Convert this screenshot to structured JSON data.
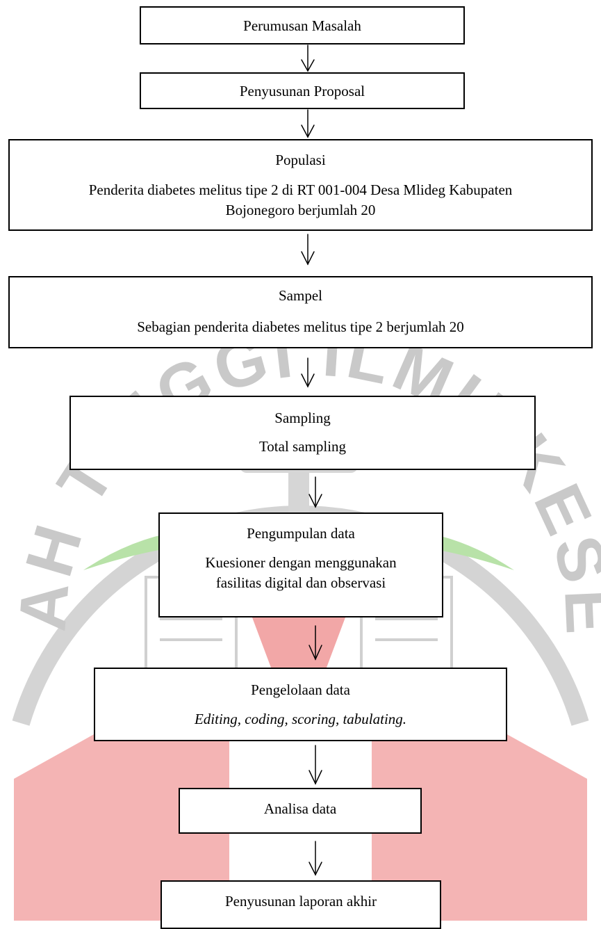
{
  "watermark": {
    "arc_text": "SEKOLAH TINGGI ILMU KESEHATAN",
    "colors": {
      "gray": "#c9c9c9",
      "green": "#b8e2a8",
      "red": "#f2a7a7"
    }
  },
  "flow": {
    "steps": [
      {
        "title": "Perumusan Masalah",
        "detail": []
      },
      {
        "title": "Penyusunan Proposal",
        "detail": []
      },
      {
        "title": "Populasi",
        "detail": [
          "Penderita diabetes melitus tipe 2 di RT 001-004 Desa Mlideg Kabupaten",
          "Bojonegoro berjumlah 20"
        ]
      },
      {
        "title": "Sampel",
        "detail": [
          "Sebagian penderita diabetes melitus tipe 2 berjumlah 20"
        ]
      },
      {
        "title": "Sampling",
        "detail": [
          "Total sampling"
        ]
      },
      {
        "title": "Pengumpulan data",
        "detail": [
          "Kuesioner dengan menggunakan",
          "fasilitas digital dan observasi"
        ]
      },
      {
        "title": "Pengelolaan data",
        "detail": [
          "Editing, coding, scoring, tabulating."
        ]
      },
      {
        "title": "Analisa data",
        "detail": []
      },
      {
        "title": "Penyusunan laporan akhir",
        "detail": []
      }
    ]
  }
}
